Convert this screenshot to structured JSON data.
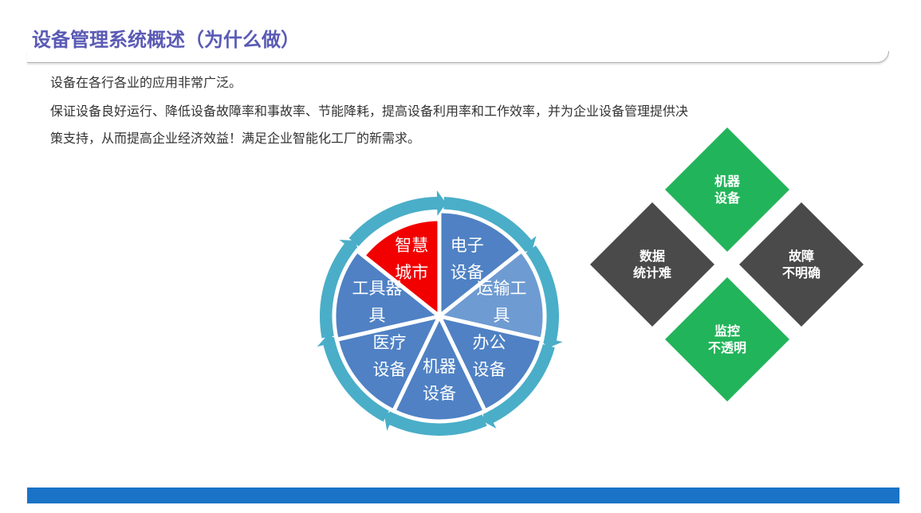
{
  "title": "设备管理系统概述（为什么做）",
  "paragraphs": [
    "设备在各行各业的应用非常广泛。",
    "保证设备良好运行、降低设备故障率和事故率、节能降耗，提高设备利用率和工作效率，并为企业设备管理提供决",
    "策支持，从而提高企业经济效益！满足企业智能化工厂的新需求。"
  ],
  "cycle": {
    "segments": [
      {
        "l1": "电子",
        "l2": "设备",
        "color": "#4f81c4"
      },
      {
        "l1": "运输工",
        "l2": "具",
        "color": "#6e9bd2"
      },
      {
        "l1": "办公",
        "l2": "设备",
        "color": "#4f81c4"
      },
      {
        "l1": "机器",
        "l2": "设备",
        "color": "#4f81c4"
      },
      {
        "l1": "医疗",
        "l2": "设备",
        "color": "#4f81c4"
      },
      {
        "l1": "工具器",
        "l2": "具",
        "color": "#4f81c4"
      },
      {
        "l1": "智慧",
        "l2": "城市",
        "color": "#f20000"
      }
    ],
    "ring_color": "#4aaec8"
  },
  "diamonds": [
    {
      "l1": "机器",
      "l2": "设备",
      "color": "#22b45a"
    },
    {
      "l1": "数据",
      "l2": "统计难",
      "color": "#4a4a4a"
    },
    {
      "l1": "故障",
      "l2": "不明确",
      "color": "#4a4a4a"
    },
    {
      "l1": "监控",
      "l2": "不透明",
      "color": "#22b45a"
    }
  ]
}
